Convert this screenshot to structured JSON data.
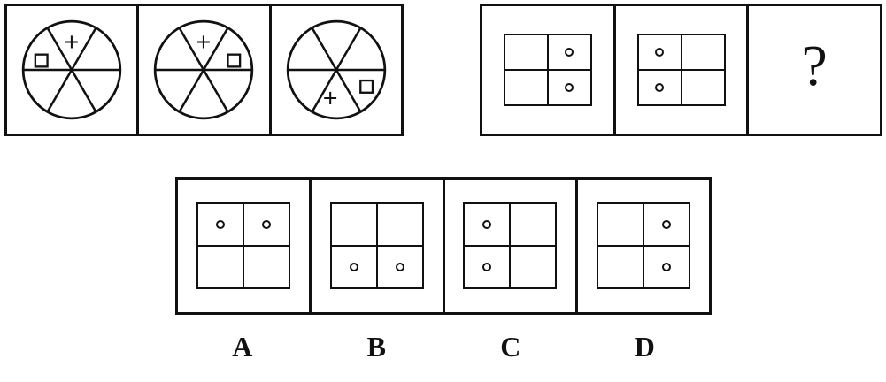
{
  "colors": {
    "ink": "#111111",
    "background": "#ffffff"
  },
  "question_row": {
    "circle_panel": {
      "description": "three circles each divided into six sectors",
      "plus_symbol": "+",
      "square_symbol": "□",
      "cells": [
        {
          "type": "sector-circle",
          "plus_position": "top",
          "square_position": "upper-left"
        },
        {
          "type": "sector-circle",
          "plus_position": "top",
          "square_position": "upper-right"
        },
        {
          "type": "sector-circle",
          "plus_position": "bottom",
          "square_position": "lower-right"
        }
      ]
    },
    "grid_panel": {
      "cells": [
        {
          "type": "grid-2x2",
          "circles": [
            "top-right",
            "bottom-right"
          ]
        },
        {
          "type": "grid-2x2",
          "circles": [
            "top-left",
            "bottom-left"
          ]
        },
        {
          "type": "unknown",
          "symbol": "?"
        }
      ]
    }
  },
  "options": {
    "cells": [
      {
        "label": "A",
        "type": "grid-2x2",
        "circles": [
          "top-left",
          "top-right"
        ]
      },
      {
        "label": "B",
        "type": "grid-2x2",
        "circles": [
          "bottom-left",
          "bottom-right"
        ]
      },
      {
        "label": "C",
        "type": "grid-2x2",
        "circles": [
          "top-left",
          "bottom-left"
        ]
      },
      {
        "label": "D",
        "type": "grid-2x2",
        "circles": [
          "top-right",
          "bottom-right"
        ]
      }
    ]
  }
}
